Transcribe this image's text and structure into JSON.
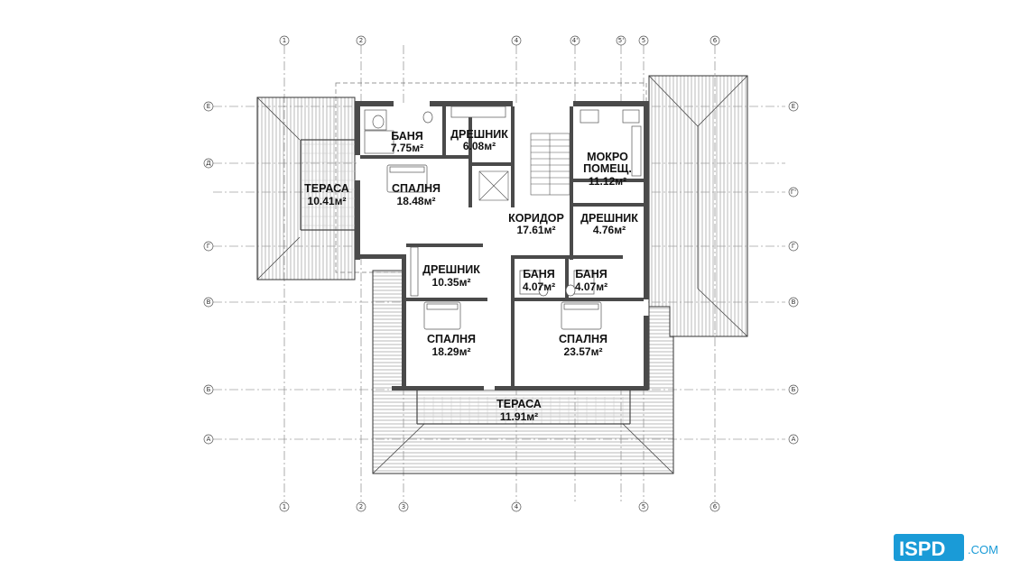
{
  "grid": {
    "columns": [
      "1",
      "2",
      "3",
      "4",
      "4'",
      "5'",
      "5",
      "6"
    ],
    "rows": [
      "Е",
      "Д",
      "Г'",
      "Г",
      "В",
      "Б",
      "А"
    ]
  },
  "rooms": {
    "bath1": {
      "name": "БАНЯ",
      "area": "7.75м²"
    },
    "closet1": {
      "name": "ДРЕШНИК",
      "area": "6.08м²"
    },
    "wet": {
      "name": "МОКРО",
      "name2": "ПОМЕЩ.",
      "area": "11.12м²"
    },
    "terrace1": {
      "name": "ТЕРАСА",
      "area": "10.41м²"
    },
    "bed1": {
      "name": "СПАЛНЯ",
      "area": "18.48м²"
    },
    "corridor": {
      "name": "КОРИДОР",
      "area": "17.61м²"
    },
    "closet2": {
      "name": "ДРЕШНИК",
      "area": "4.76м²"
    },
    "closet3": {
      "name": "ДРЕШНИК",
      "area": "10.35м²"
    },
    "bath2": {
      "name": "БАНЯ",
      "area": "4.07м²"
    },
    "bath3": {
      "name": "БАНЯ",
      "area": "4.07м²"
    },
    "bed2": {
      "name": "СПАЛНЯ",
      "area": "18.29м²"
    },
    "bed3": {
      "name": "СПАЛНЯ",
      "area": "23.57м²"
    },
    "terrace2": {
      "name": "ТЕРАСА",
      "area": "11.91м²"
    }
  },
  "logo": {
    "brand": "ISPD",
    "domain": ".COM",
    "brand_color": "#1a9bd7"
  }
}
